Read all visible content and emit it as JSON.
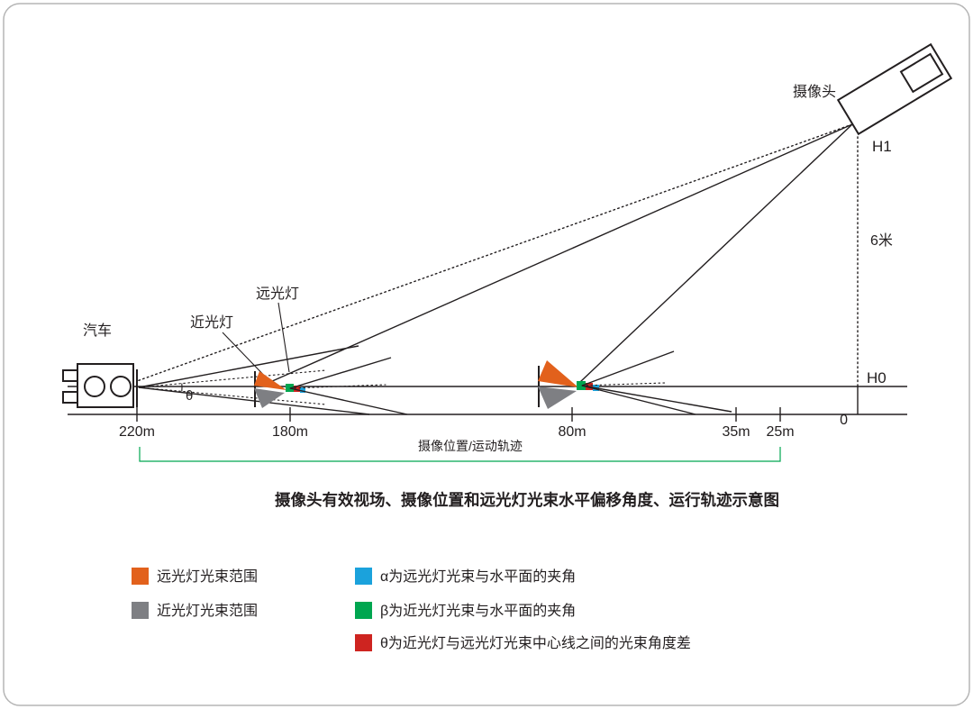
{
  "page": {
    "title": "摄像头有效视场、摄像位置和远光灯光束水平偏移角度、运行轨迹示意图"
  },
  "labels": {
    "camera": "摄像头",
    "h1": "H1",
    "height": "6米",
    "h0": "H0",
    "zero": "0",
    "car": "汽车",
    "theta": "θ",
    "high_beam": "远光灯",
    "low_beam": "近光灯",
    "trajectory": "摄像位置/运动轨迹"
  },
  "distances": [
    "220m",
    "180m",
    "80m",
    "35m",
    "25m"
  ],
  "legend": [
    {
      "color": "#E2611C",
      "label": "远光灯光束范围"
    },
    {
      "color": "#7E7F83",
      "label": "近光灯光束范围"
    },
    {
      "color": "#1BA2DC",
      "label": "α为远光灯光束与水平面的夹角"
    },
    {
      "color": "#00A650",
      "label": "β为近光灯光束与水平面的夹角"
    },
    {
      "color": "#CE2420",
      "label": "θ为近光灯与远光灯光束中心线之间的光束角度差"
    }
  ],
  "colors": {
    "high_beam": "#E2611C",
    "low_beam": "#7E7F83",
    "alpha_blue": "#1BA2DC",
    "beta_green": "#00A650",
    "theta_red": "#CE2420",
    "trajectory": "#00A650",
    "ink": "#231F20",
    "border": "#B5B5B5"
  }
}
